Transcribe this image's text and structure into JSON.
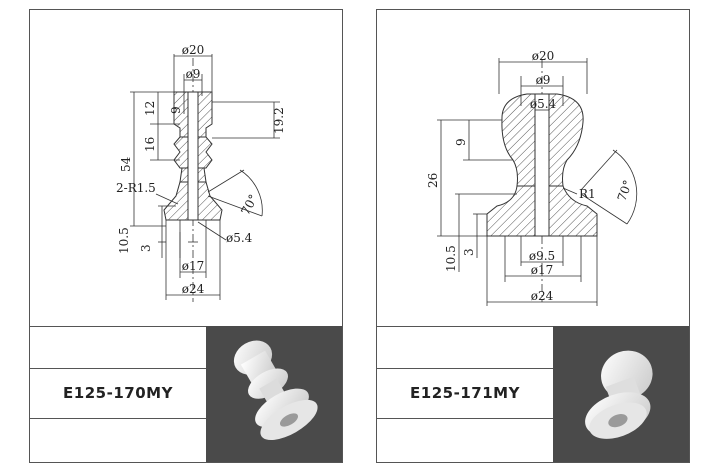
{
  "products": [
    {
      "code": "E125-170MY",
      "dimensions": {
        "d_top": "ø20",
        "d_bore": "ø9",
        "h_12": "12",
        "h_9": "9",
        "h_19_2": "19.2",
        "h_16": "16",
        "h_54": "54",
        "radius": "2-R1.5",
        "angle": "70°",
        "h_10_5": "10.5",
        "h_3": "3",
        "d_small": "ø5.4",
        "d_17": "ø17",
        "d_24": "ø24"
      }
    },
    {
      "code": "E125-171MY",
      "dimensions": {
        "d_top": "ø20",
        "d_bore": "ø9",
        "d_small": "ø5.4",
        "h_9": "9",
        "h_26": "26",
        "radius": "R1",
        "angle": "70°",
        "h_10_5": "10.5",
        "h_3": "3",
        "d_9_5": "ø9.5",
        "d_17": "ø17",
        "d_24": "ø24"
      }
    }
  ],
  "colors": {
    "line": "#333333",
    "photo_bg": "#4a4a4a",
    "part": "#efefef"
  }
}
